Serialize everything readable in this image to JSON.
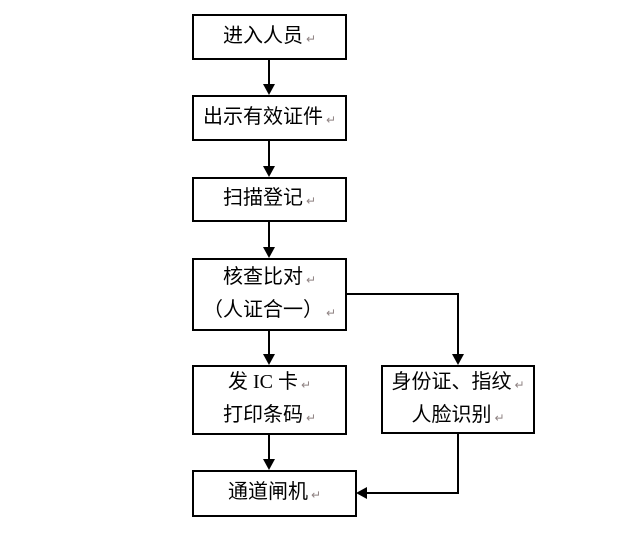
{
  "diagram": {
    "background_color": "#ffffff",
    "line_color": "#000000",
    "return_mark": "↵",
    "return_mark_color": "#8f8383",
    "nodes": [
      {
        "id": "enter-personnel",
        "lines": [
          "进入人员"
        ]
      },
      {
        "id": "show-valid-id",
        "lines": [
          "出示有效证件"
        ]
      },
      {
        "id": "scan-register",
        "lines": [
          "扫描登记"
        ]
      },
      {
        "id": "verify-compare",
        "lines": [
          "核查比对",
          "（人证合一）"
        ]
      },
      {
        "id": "issue-ic-card",
        "lines": [
          "发 IC 卡",
          "打印条码"
        ]
      },
      {
        "id": "channel-gate",
        "lines": [
          "通道闸机"
        ]
      },
      {
        "id": "biometric-check",
        "lines": [
          "身份证、指纹",
          "人脸识别"
        ]
      }
    ],
    "edges": [
      {
        "from": "enter-personnel",
        "to": "show-valid-id"
      },
      {
        "from": "show-valid-id",
        "to": "scan-register"
      },
      {
        "from": "scan-register",
        "to": "verify-compare"
      },
      {
        "from": "verify-compare",
        "to": "issue-ic-card"
      },
      {
        "from": "verify-compare",
        "to": "biometric-check"
      },
      {
        "from": "issue-ic-card",
        "to": "channel-gate"
      },
      {
        "from": "biometric-check",
        "to": "channel-gate"
      }
    ]
  }
}
